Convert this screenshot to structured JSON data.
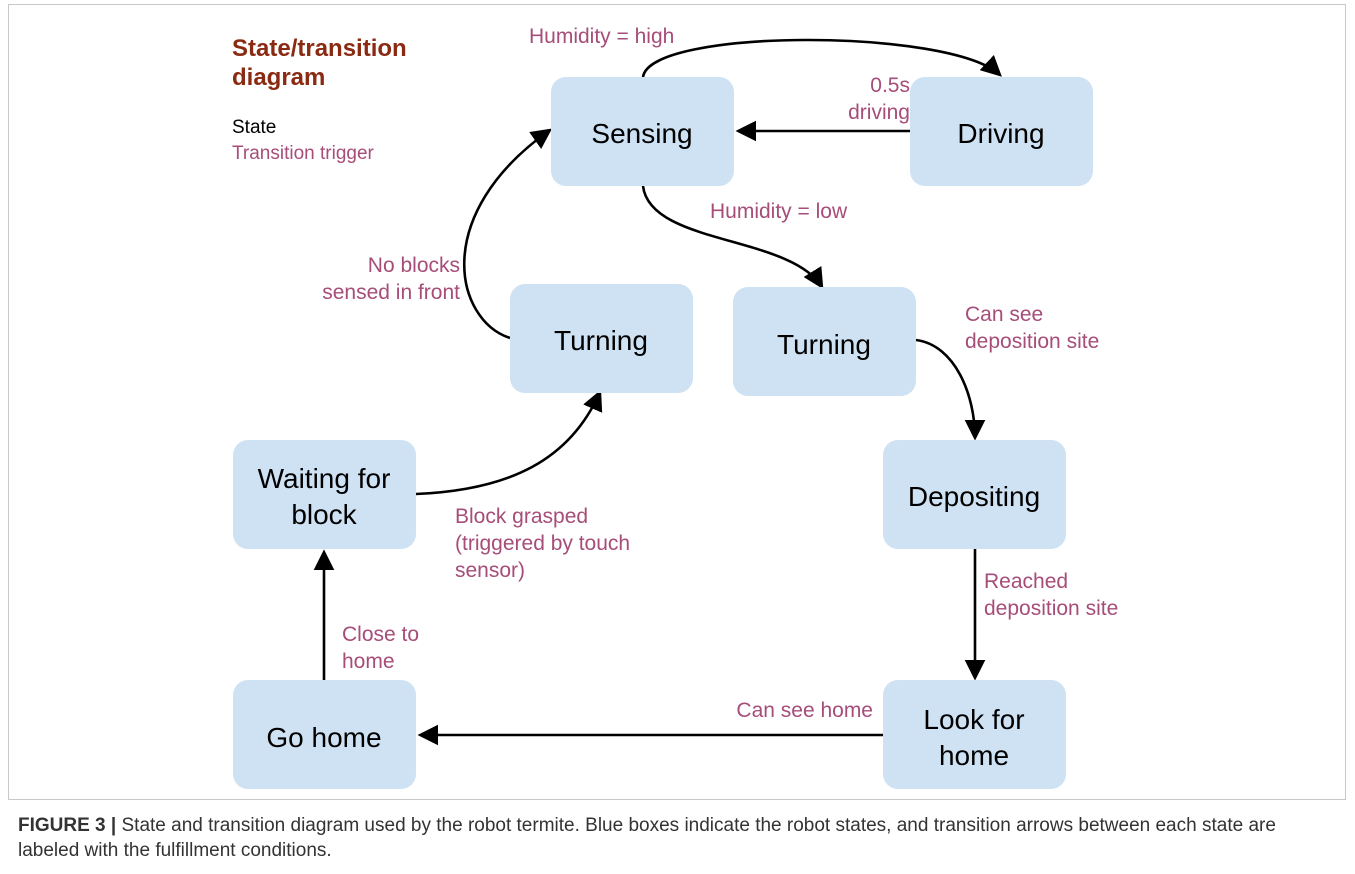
{
  "legend": {
    "title_lines": [
      "State/transition",
      "diagram"
    ],
    "state_label": "State",
    "trigger_label": "Transition trigger"
  },
  "states": {
    "sensing": [
      "Sensing"
    ],
    "driving": [
      "Driving"
    ],
    "turning_left": [
      "Turning"
    ],
    "turning_right": [
      "Turning"
    ],
    "waiting": [
      "Waiting for",
      "block"
    ],
    "depositing": [
      "Depositing"
    ],
    "go_home": [
      "Go home"
    ],
    "look_for_home": [
      "Look for",
      "home"
    ]
  },
  "triggers": {
    "humidity_high": [
      "Humidity = high"
    ],
    "driving_time": [
      "0.5s",
      "driving"
    ],
    "humidity_low": [
      "Humidity =  low"
    ],
    "no_blocks": [
      "No blocks",
      "sensed in front"
    ],
    "can_see_site": [
      "Can see",
      "deposition site"
    ],
    "block_grasped": [
      "Block grasped",
      "(triggered by touch",
      "sensor)"
    ],
    "reached_site": [
      "Reached",
      "deposition site"
    ],
    "close_to_home": [
      "Close to",
      "home"
    ],
    "can_see_home": [
      "Can see home"
    ]
  },
  "colors": {
    "state_fill": "#cfe2f3",
    "trigger_text": "#a64d79",
    "title_text": "#8b2a12"
  },
  "caption": {
    "label": "FIGURE 3 |",
    "text": " State and transition diagram used by the robot termite. Blue boxes indicate the robot states, and transition arrows between each state are labeled with the fulfillment conditions."
  }
}
